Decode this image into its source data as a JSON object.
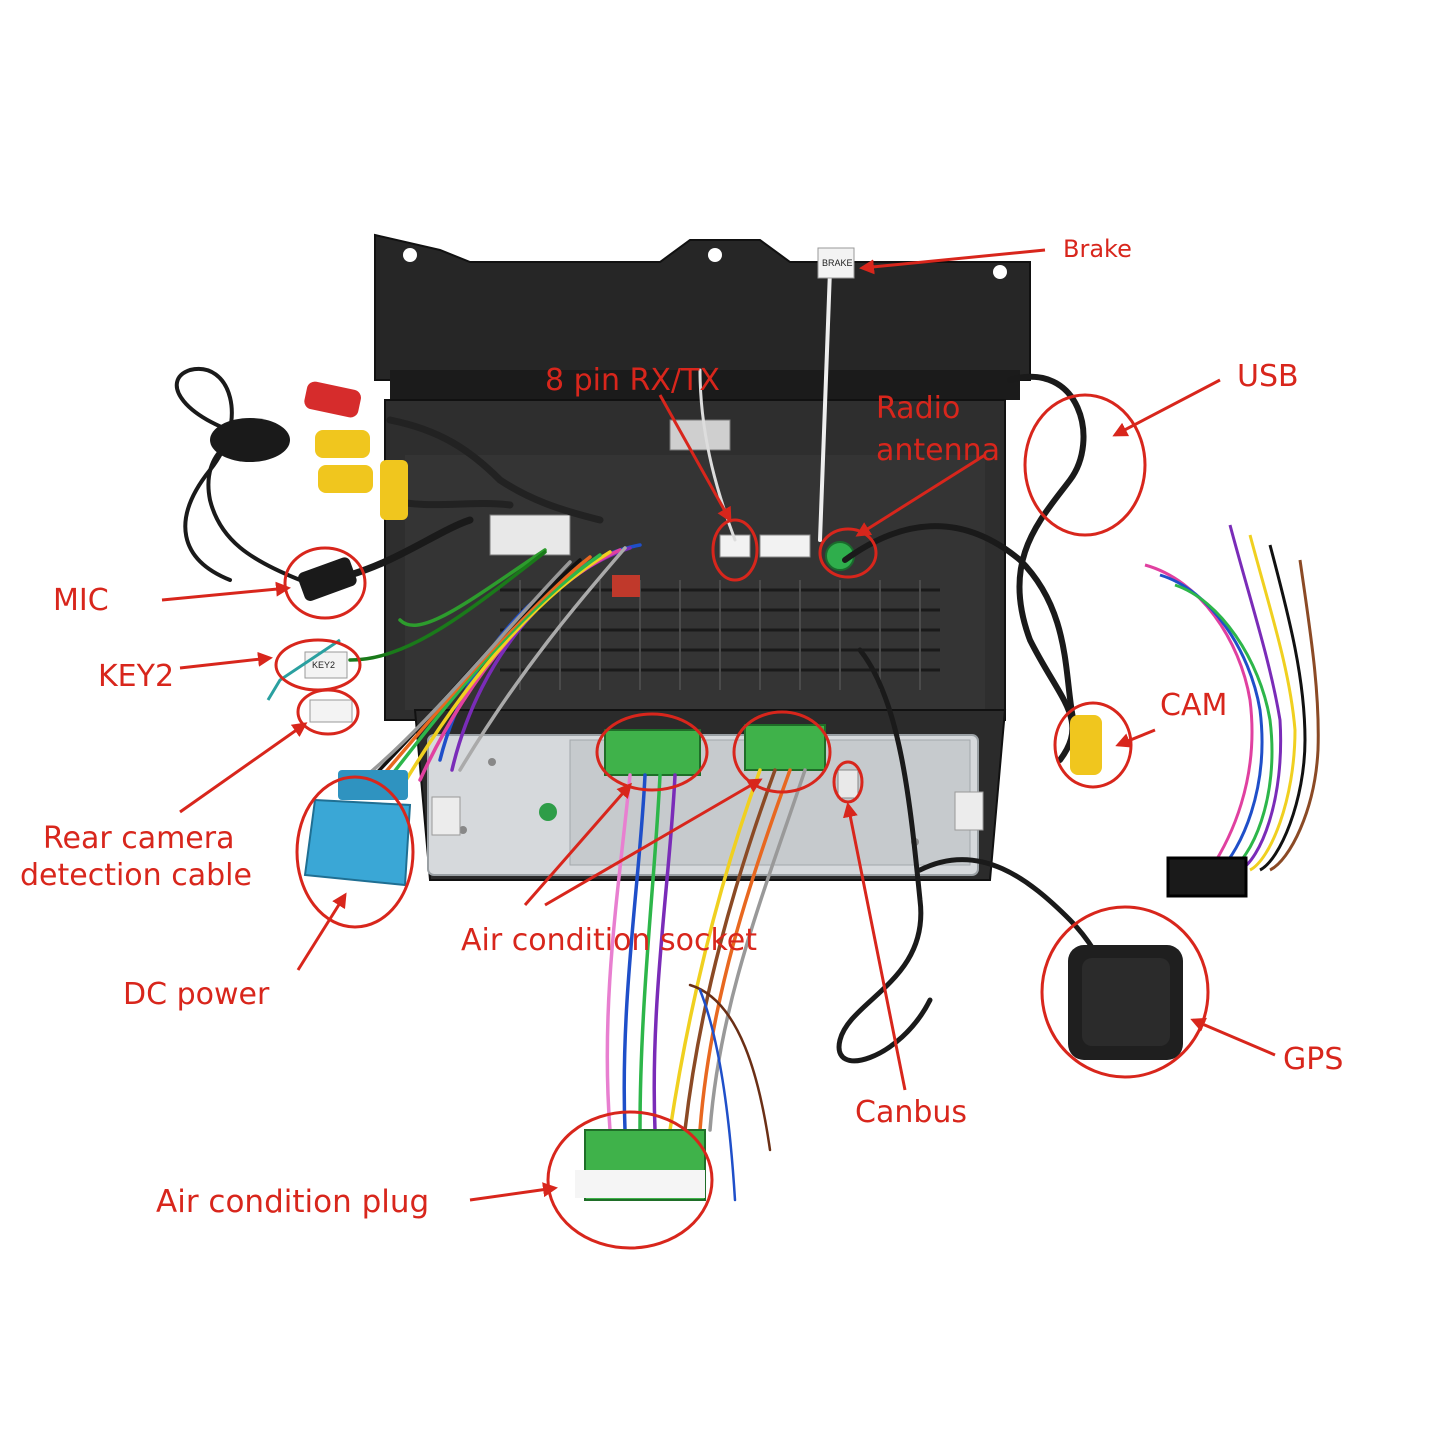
{
  "colors": {
    "annotation": "#d8261c",
    "unit_body": "#2a2a2a",
    "bracket": "#222222",
    "metal_plate": "#d6d9dc",
    "connector_green": "#3fb24a",
    "dc_power_blue": "#3aa7d6",
    "gps_module": "#1f1f1f"
  },
  "labels": {
    "brake": "Brake",
    "usb": "USB",
    "rxtx": "8 pin RX/TX",
    "radio_line1": "Radio",
    "radio_line2": "antenna",
    "mic": "MIC",
    "key2": "KEY2",
    "cam": "CAM",
    "rear_line1": "Rear camera",
    "rear_line2": "detection cable",
    "dc_power": "DC power",
    "ac_socket": "Air condition socket",
    "gps": "GPS",
    "canbus": "Canbus",
    "ac_plug": "Air condition plug"
  },
  "tags": {
    "brake_tag": "BRAKE",
    "key2_tag": "KEY2"
  }
}
